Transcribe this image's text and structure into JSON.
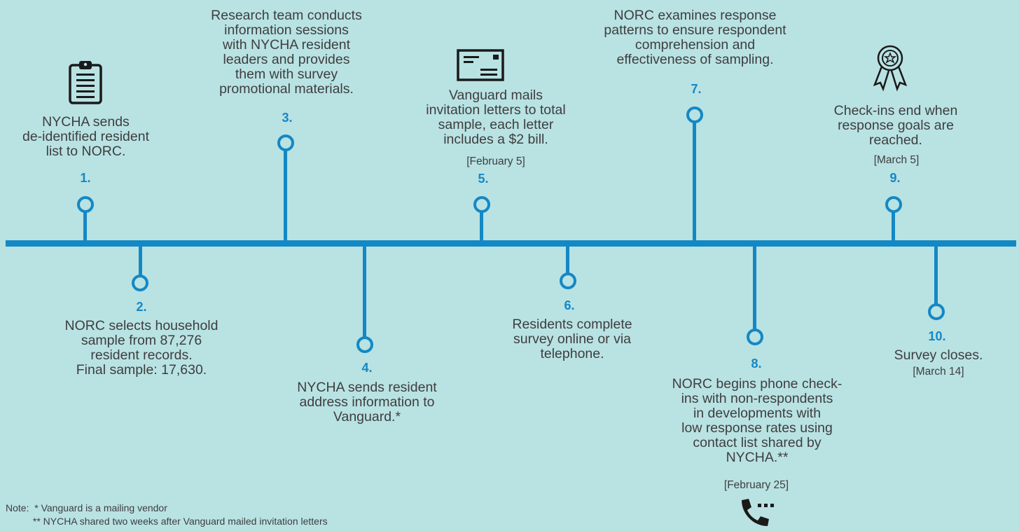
{
  "timeline": {
    "steps": [
      {
        "num": "1.",
        "text": "NYCHA sends\nde-identified resident\nlist to NORC.",
        "date": ""
      },
      {
        "num": "2.",
        "text": "NORC selects household\nsample from 87,276\nresident records.\nFinal sample: 17,630.",
        "date": ""
      },
      {
        "num": "3.",
        "text": "Research team conducts\ninformation sessions\nwith NYCHA resident\nleaders and provides\nthem with survey\npromotional materials.",
        "date": ""
      },
      {
        "num": "4.",
        "text": "NYCHA sends resident\naddress information to\nVanguard.*",
        "date": ""
      },
      {
        "num": "5.",
        "text": "Vanguard mails\ninvitation letters to total\nsample, each letter\nincludes a $2 bill.",
        "date": "[February 5]"
      },
      {
        "num": "6.",
        "text": "Residents complete\nsurvey online or via\ntelephone.",
        "date": ""
      },
      {
        "num": "7.",
        "text": "NORC examines response\npatterns to ensure respondent\ncomprehension and\neffectiveness of sampling.",
        "date": ""
      },
      {
        "num": "8.",
        "text": "NORC begins phone check-\nins with non-respondents\nin developments with\nlow response rates using\ncontact list shared by\nNYCHA.**",
        "date": "[February 25]"
      },
      {
        "num": "9.",
        "text": "Check-ins end when\nresponse goals are\nreached.",
        "date": "[March 5]"
      },
      {
        "num": "10.",
        "text": "Survey closes.",
        "date": "[March 14]"
      }
    ]
  },
  "note": {
    "line1": "Note:  * Vanguard is a mailing vendor",
    "line2": "          ** NYCHA shared two weeks after Vanguard mailed invitation letters"
  },
  "icons": [
    "clipboard-icon",
    "envelope-icon",
    "award-ribbon-icon",
    "phone-icon"
  ],
  "colors": {
    "background": "#b9e2e3",
    "accent": "#1488c4",
    "text": "#3e3e3e"
  }
}
